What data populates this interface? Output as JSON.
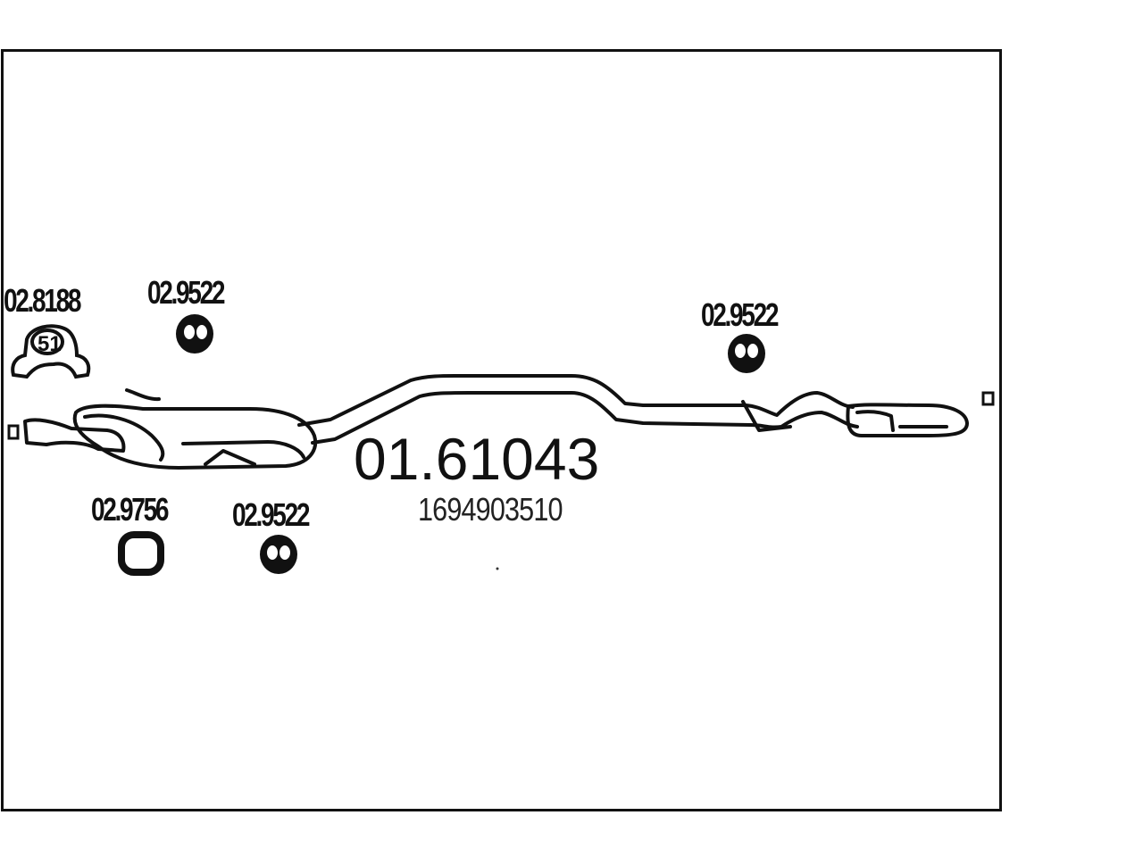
{
  "diagram": {
    "main_part_number": "01.61043",
    "oem_number": "1694903510",
    "clamp_size_label": "51",
    "accessories": [
      {
        "id": "clamp",
        "part_number": "02.8188"
      },
      {
        "id": "hanger-left-top",
        "part_number": "02.9522"
      },
      {
        "id": "hanger-right",
        "part_number": "02.9522"
      },
      {
        "id": "ring",
        "part_number": "02.9756"
      },
      {
        "id": "hanger-left-bottom",
        "part_number": "02.9522"
      }
    ]
  }
}
